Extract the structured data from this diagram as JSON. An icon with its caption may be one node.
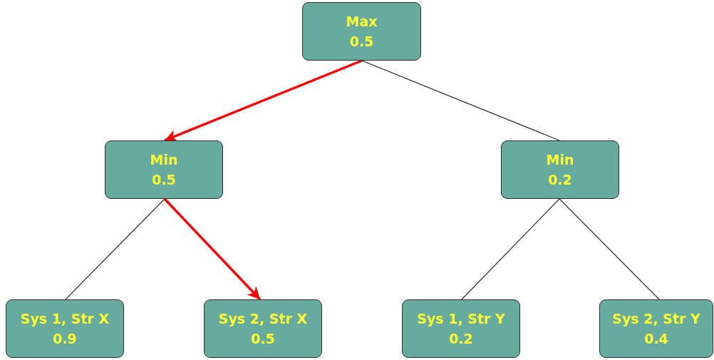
{
  "diagram": {
    "nodes": [
      {
        "text": [
          "Max",
          "0.5"
        ]
      },
      {
        "text": [
          "Min",
          "0.5"
        ]
      },
      {
        "text": [
          "Min",
          "0.2"
        ]
      },
      {
        "text": [
          "Sys 1, Str X",
          "0.9"
        ]
      },
      {
        "text": [
          "Sys 2, Str X",
          "0.5"
        ]
      },
      {
        "text": [
          "Sys 1, Str Y",
          "0.2"
        ]
      },
      {
        "text": [
          "Sys 2, Str Y",
          "0.4"
        ]
      }
    ],
    "edges": [
      {
        "from": 0,
        "to": 1,
        "arrow": "to",
        "style": "thick",
        "color": "#ff0000"
      },
      {
        "from": 0,
        "to": 2,
        "arrow": "none"
      },
      {
        "from": 1,
        "to": 3,
        "arrow": "none"
      },
      {
        "from": 1,
        "to": 4,
        "arrow": "to",
        "style": "thick",
        "color": "#ff0000"
      },
      {
        "from": 2,
        "to": 5,
        "arrow": "none"
      },
      {
        "from": 2,
        "to": 6,
        "arrow": "none"
      }
    ]
  }
}
